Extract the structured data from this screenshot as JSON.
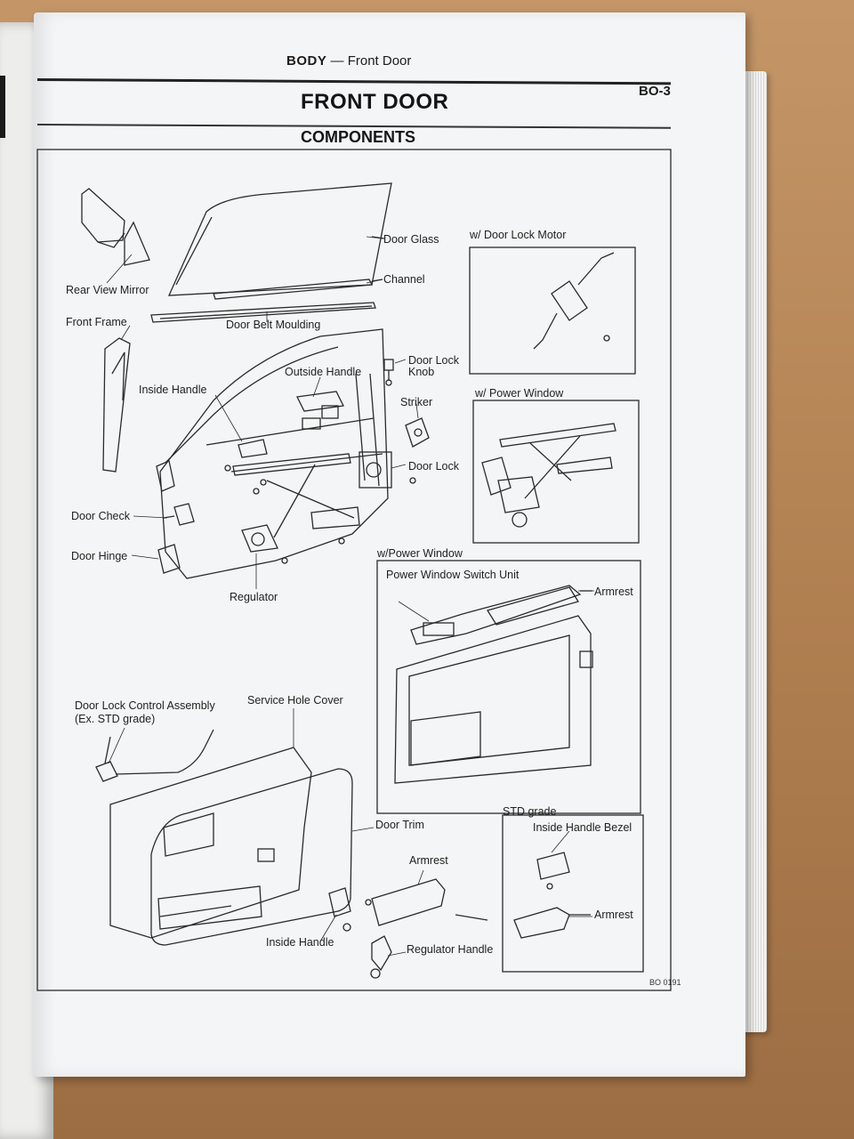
{
  "header": {
    "section": "BODY",
    "separator": "—",
    "subsection": "Front Door",
    "page_number": "BO-3"
  },
  "title": "FRONT DOOR",
  "subtitle": "COMPONENTS",
  "labels": {
    "rear_view_mirror": "Rear View Mirror",
    "door_glass": "Door Glass",
    "channel": "Channel",
    "front_frame": "Front Frame",
    "door_belt_moulding": "Door Belt Moulding",
    "outside_handle": "Outside Handle",
    "door_lock_knob_1": "Door Lock",
    "door_lock_knob_2": "Knob",
    "inside_handle_top": "Inside Handle",
    "striker": "Striker",
    "door_lock": "Door Lock",
    "door_check": "Door Check",
    "door_hinge": "Door Hinge",
    "regulator": "Regulator",
    "door_lock_control_1": "Door Lock Control Assembly",
    "door_lock_control_2": "(Ex. STD grade)",
    "service_hole_cover": "Service Hole Cover",
    "door_trim": "Door Trim",
    "armrest_bottom": "Armrest",
    "inside_handle_bottom": "Inside Handle",
    "regulator_handle": "Regulator Handle"
  },
  "insets": {
    "door_lock_motor": "w/ Door Lock Motor",
    "power_window": "w/ Power Window",
    "power_window_2": "w/Power Window",
    "power_window_switch": "Power Window Switch Unit",
    "armrest_pw": "Armrest",
    "std_grade": "STD grade",
    "inside_handle_bezel": "Inside Handle Bezel",
    "armrest_std": "Armrest"
  },
  "figure_code": "BO 0191"
}
